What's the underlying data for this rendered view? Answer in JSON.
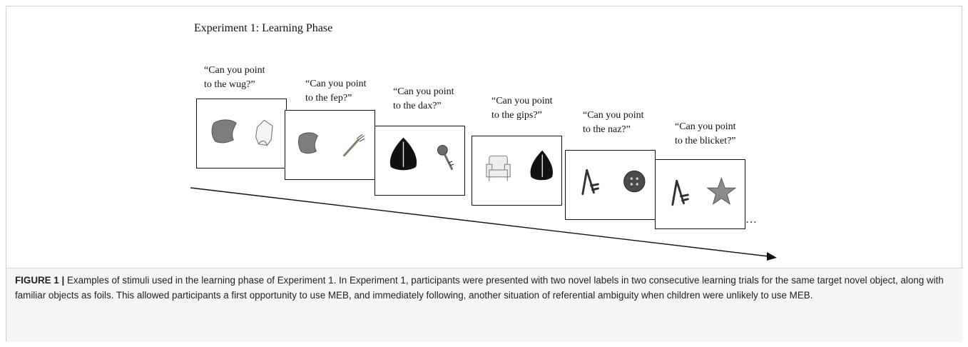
{
  "figure": {
    "title": "Experiment 1: Learning Phase",
    "trials": [
      {
        "prompt": "“Can you point\nto the wug?”",
        "objects": [
          "novel-gray-shape-icon",
          "paper-roll-icon"
        ]
      },
      {
        "prompt": "“Can you point\nto the fep?”",
        "objects": [
          "novel-gray-shape-icon",
          "fork-icon"
        ]
      },
      {
        "prompt": "“Can you point\nto the dax?”",
        "objects": [
          "novel-black-cone-icon",
          "key-icon"
        ]
      },
      {
        "prompt": "“Can you point\nto the gips?”",
        "objects": [
          "armchair-icon",
          "novel-black-cone-icon"
        ]
      },
      {
        "prompt": "“Can you point\nto the naz?”",
        "objects": [
          "novel-dark-stick-icon",
          "button-icon"
        ]
      },
      {
        "prompt": "“Can you point\nto the blicket?”",
        "objects": [
          "novel-dark-stick-icon",
          "star-icon"
        ]
      }
    ],
    "ellipsis": "…"
  },
  "caption": {
    "label": "FIGURE 1 |",
    "text": "Examples of stimuli used in the learning phase of Experiment 1. In Experiment 1, participants were presented with two novel labels in two consecutive learning trials for the same target novel object, along with familiar objects as foils. This allowed participants a first opportunity to use MEB, and immediately following, another situation of referential ambiguity when children were unlikely to use MEB."
  }
}
